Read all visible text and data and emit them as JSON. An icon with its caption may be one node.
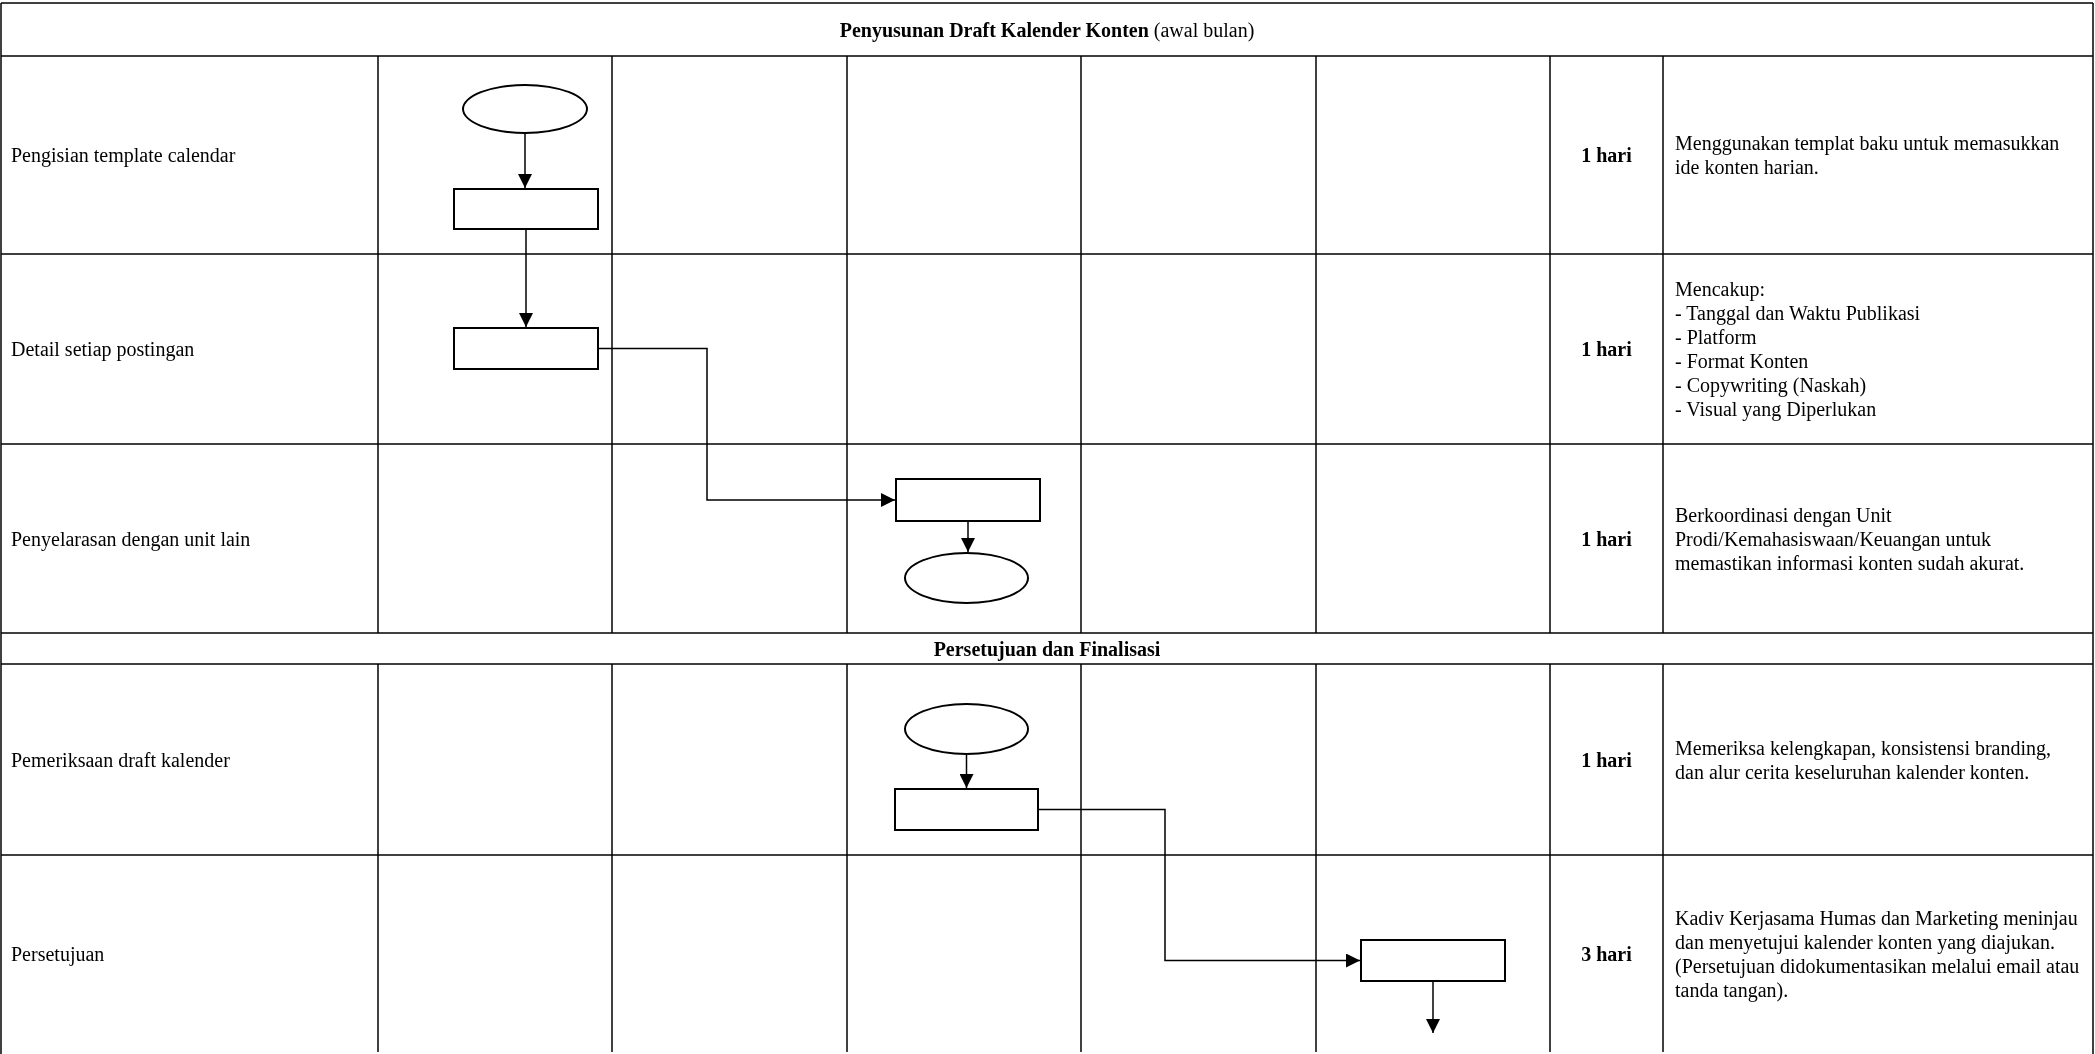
{
  "diagram": {
    "nodes": [
      {
        "text": [],
        "shape": "ellipse"
      },
      {
        "text": [],
        "shape": "box"
      },
      {
        "text": [],
        "shape": "box"
      },
      {
        "text": [],
        "shape": "box"
      },
      {
        "text": [],
        "shape": "ellipse"
      },
      {
        "text": [],
        "shape": "ellipse"
      },
      {
        "text": [],
        "shape": "box"
      },
      {
        "text": [],
        "shape": "box"
      }
    ],
    "edges": [
      {
        "from": 0,
        "to": 1,
        "arrow": "to"
      },
      {
        "from": 1,
        "to": 2,
        "arrow": "to"
      },
      {
        "from": 2,
        "to": 3,
        "arrow": "to"
      },
      {
        "from": 3,
        "to": 4,
        "arrow": "to"
      },
      {
        "from": 5,
        "to": 6,
        "arrow": "to"
      },
      {
        "from": 6,
        "to": 7,
        "arrow": "to"
      },
      {
        "from": 7,
        "to": null,
        "arrow": "to"
      }
    ],
    "labels": [
      "**Penyusunan Draft Kalender Konten** (awal bulan)",
      "Pengisian template calendar",
      "1 hari",
      "Menggunakan templat baku untuk memasukkan ide konten harian.",
      "Detail setiap postingan",
      "1 hari",
      "Mencakup:",
      "- Tanggal dan Waktu Publikasi",
      "- Platform",
      "- Format Konten",
      "- Copywriting (Naskah)",
      "- Visual yang Diperlukan",
      "Penyelarasan dengan unit lain",
      "1 hari",
      "Berkoordinasi dengan Unit Prodi/Kemahasiswaan/Keuangan untuk memastikan informasi konten sudah akurat.",
      "Persetujuan dan Finalisasi",
      "Pemeriksaan draft kalender",
      "1 hari",
      "Memeriksa kelengkapan, konsistensi branding, dan alur cerita keseluruhan kalender konten.",
      "Persetujuan",
      "3 hari",
      "Kadiv Kerjasama Humas dan Marketing meninjau dan menyetujui kalender konten yang diajukan. (Persetujuan didokumentasikan melalui email atau tanda tangan)."
    ]
  }
}
